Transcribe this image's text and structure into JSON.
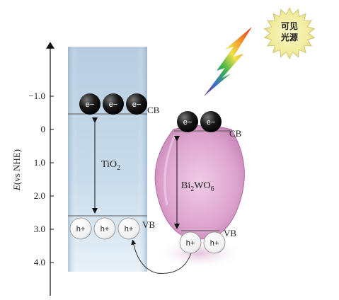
{
  "axis": {
    "label_italic": "E",
    "label_rest": "(vs NHE)",
    "ticks": [
      {
        "label": "−1.0",
        "value": -1.0
      },
      {
        "label": "0",
        "value": 0
      },
      {
        "label": "1.0",
        "value": 1.0
      },
      {
        "label": "2.0",
        "value": 2.0
      },
      {
        "label": "3.0",
        "value": 3.0
      },
      {
        "label": "4.0",
        "value": 4.0
      }
    ]
  },
  "tio2": {
    "name_main": "TiO",
    "name_sub": "2",
    "cb_label": "CB",
    "vb_label": "VB",
    "electrons": [
      "e−",
      "e−",
      "e−"
    ],
    "holes": [
      "h+",
      "h+",
      "h+"
    ]
  },
  "bi2wo6": {
    "name_parts": [
      "Bi",
      "2",
      "WO",
      "6"
    ],
    "cb_label": "CB",
    "vb_label": "VB",
    "electrons": [
      "e−",
      "e−"
    ],
    "holes": [
      "h+",
      "h+"
    ]
  },
  "light_badge": {
    "line1": "可见",
    "line2": "光源"
  },
  "colors": {
    "tio2_fill_top": "#b9cfe0",
    "tio2_fill_bottom": "#e6f0f7",
    "bi2wo6_fill": "#e3b1d6",
    "electron": "#111111",
    "hole_fill": "#ffffff",
    "badge": "#f4f1a8"
  }
}
